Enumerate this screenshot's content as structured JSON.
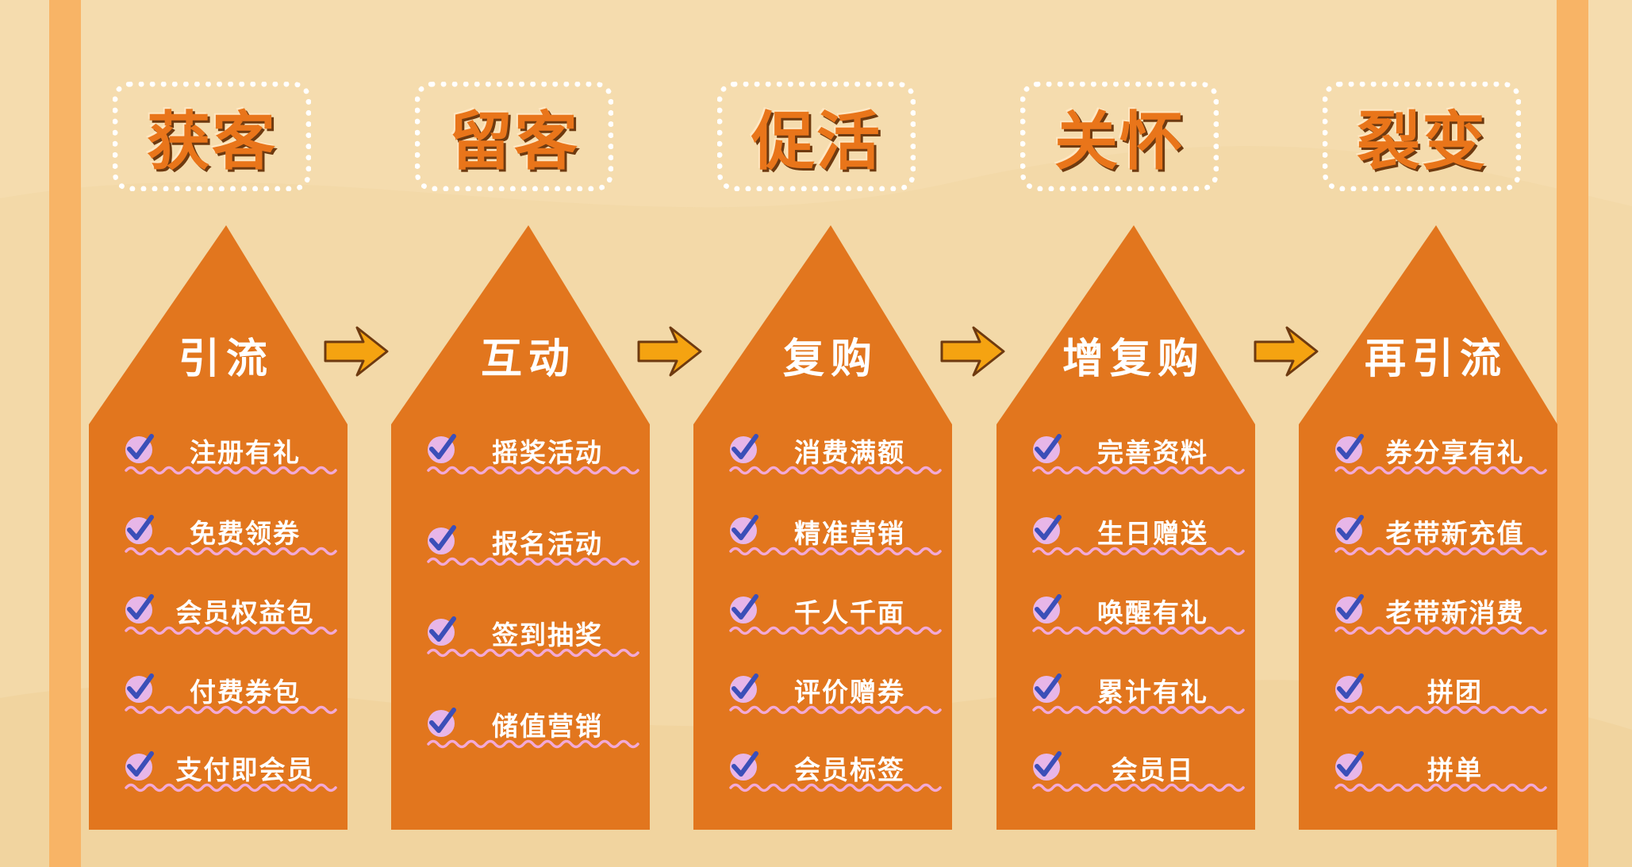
{
  "colors": {
    "background": "#F3D9A8",
    "panel": "#E2761E",
    "title": "#E9751A",
    "arrow": "#F5A311",
    "check_circle": "#E7B6E8",
    "check_mark": "#3B4FB8",
    "wave": "#F2A9D6"
  },
  "stages": [
    {
      "title": "获客",
      "heading": "引流",
      "items": [
        "注册有礼",
        "免费领券",
        "会员权益包",
        "付费券包",
        "支付即会员"
      ]
    },
    {
      "title": "留客",
      "heading": "互动",
      "items": [
        "摇奖活动",
        "报名活动",
        "签到抽奖",
        "储值营销"
      ]
    },
    {
      "title": "促活",
      "heading": "复购",
      "items": [
        "消费满额",
        "精准营销",
        "千人千面",
        "评价赠券",
        "会员标签"
      ]
    },
    {
      "title": "关怀",
      "heading": "增复购",
      "items": [
        "完善资料",
        "生日赠送",
        "唤醒有礼",
        "累计有礼",
        "会员日"
      ]
    },
    {
      "title": "裂变",
      "heading": "再引流",
      "items": [
        "券分享有礼",
        "老带新充值",
        "老带新消费",
        "拼团",
        "拼单"
      ]
    }
  ],
  "icons": {
    "item": "check-circle-icon",
    "flow": "right-arrow-icon"
  }
}
